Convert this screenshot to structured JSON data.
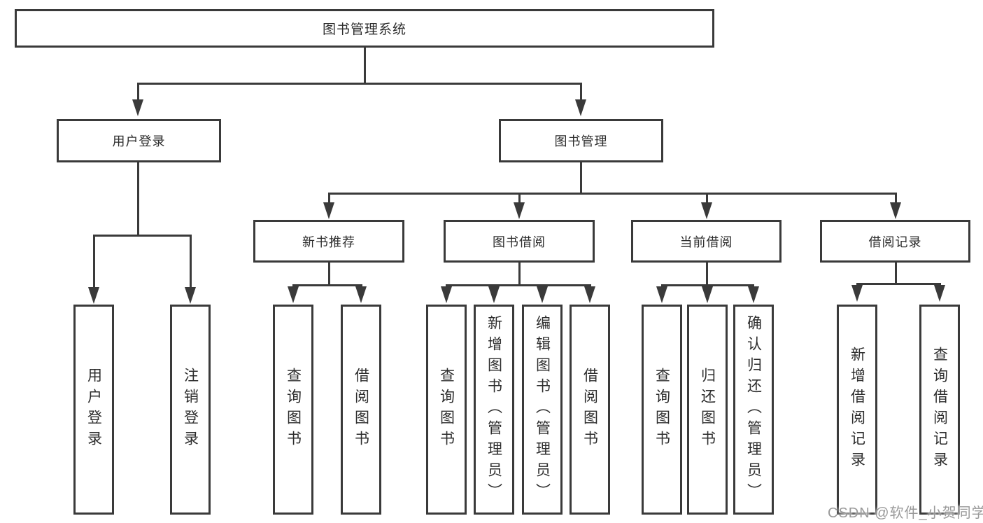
{
  "colors": {
    "line": "#3a3a3a",
    "text": "#2d2d2d",
    "background": "#ffffff",
    "watermark": "#999999"
  },
  "watermark": {
    "text": "CSDN @软件_小贺同学"
  },
  "nodes": {
    "root": {
      "label": "图书管理系统"
    },
    "user_login": {
      "label": "用户登录",
      "children": [
        {
          "label": "用户登录"
        },
        {
          "label": "注销登录"
        }
      ]
    },
    "book_mgmt": {
      "label": "图书管理"
    },
    "new_books": {
      "label": "新书推荐",
      "children": [
        {
          "label": "查询图书"
        },
        {
          "label": "借阅图书"
        }
      ]
    },
    "book_borrow": {
      "label": "图书借阅",
      "children": [
        {
          "label": "查询图书"
        },
        {
          "label": "新增图书（管理员）"
        },
        {
          "label": "编辑图书（管理员）"
        },
        {
          "label": "借阅图书"
        }
      ]
    },
    "current_borrow": {
      "label": "当前借阅",
      "children": [
        {
          "label": "查询图书"
        },
        {
          "label": "归还图书"
        },
        {
          "label": "确认归还（管理员）"
        }
      ]
    },
    "borrow_records": {
      "label": "借阅记录",
      "children": [
        {
          "label": "新增借阅记录"
        },
        {
          "label": "查询借阅记录"
        }
      ]
    }
  }
}
